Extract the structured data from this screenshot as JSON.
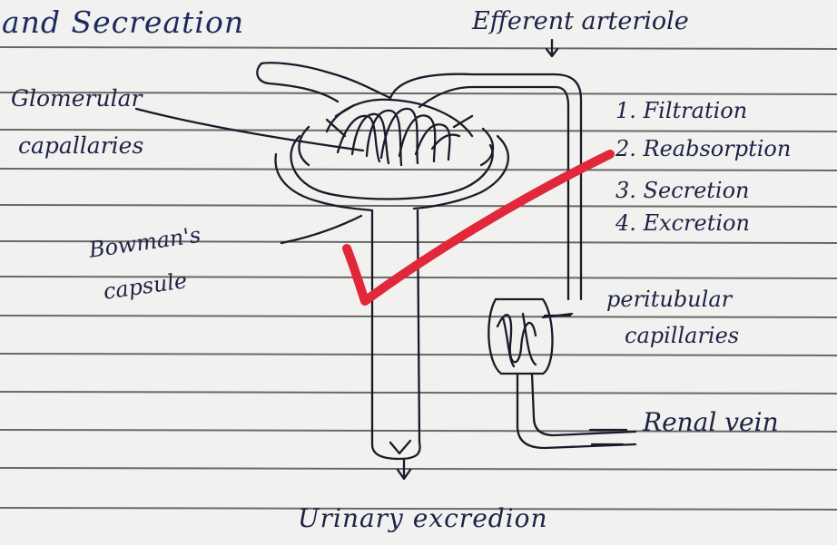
{
  "page": {
    "title_fragment": "and Secreation",
    "ink_color": "#1e2245",
    "paper_color": "#f1f1ef",
    "rule_color": "#3b3b3b",
    "mark_color": "#e0283a"
  },
  "diagram": {
    "labels": {
      "efferent_arteriole": "Efferent arteriole",
      "glomerular_line1": "Glomerular",
      "glomerular_line2": "capallaries",
      "bowman_line1": "Bowman's",
      "bowman_line2": "capsule",
      "peritubular_line1": "peritubular",
      "peritubular_line2": "capillaries",
      "renal_vein": "Renal vein",
      "urinary_excretion": "Urinary excredion"
    },
    "processes": [
      "1. Filtration",
      "2. Reabsorption",
      "3. Secretion",
      "4. Excretion"
    ]
  },
  "grade_mark": {
    "type": "checkmark",
    "icon": "check-mark-icon"
  }
}
